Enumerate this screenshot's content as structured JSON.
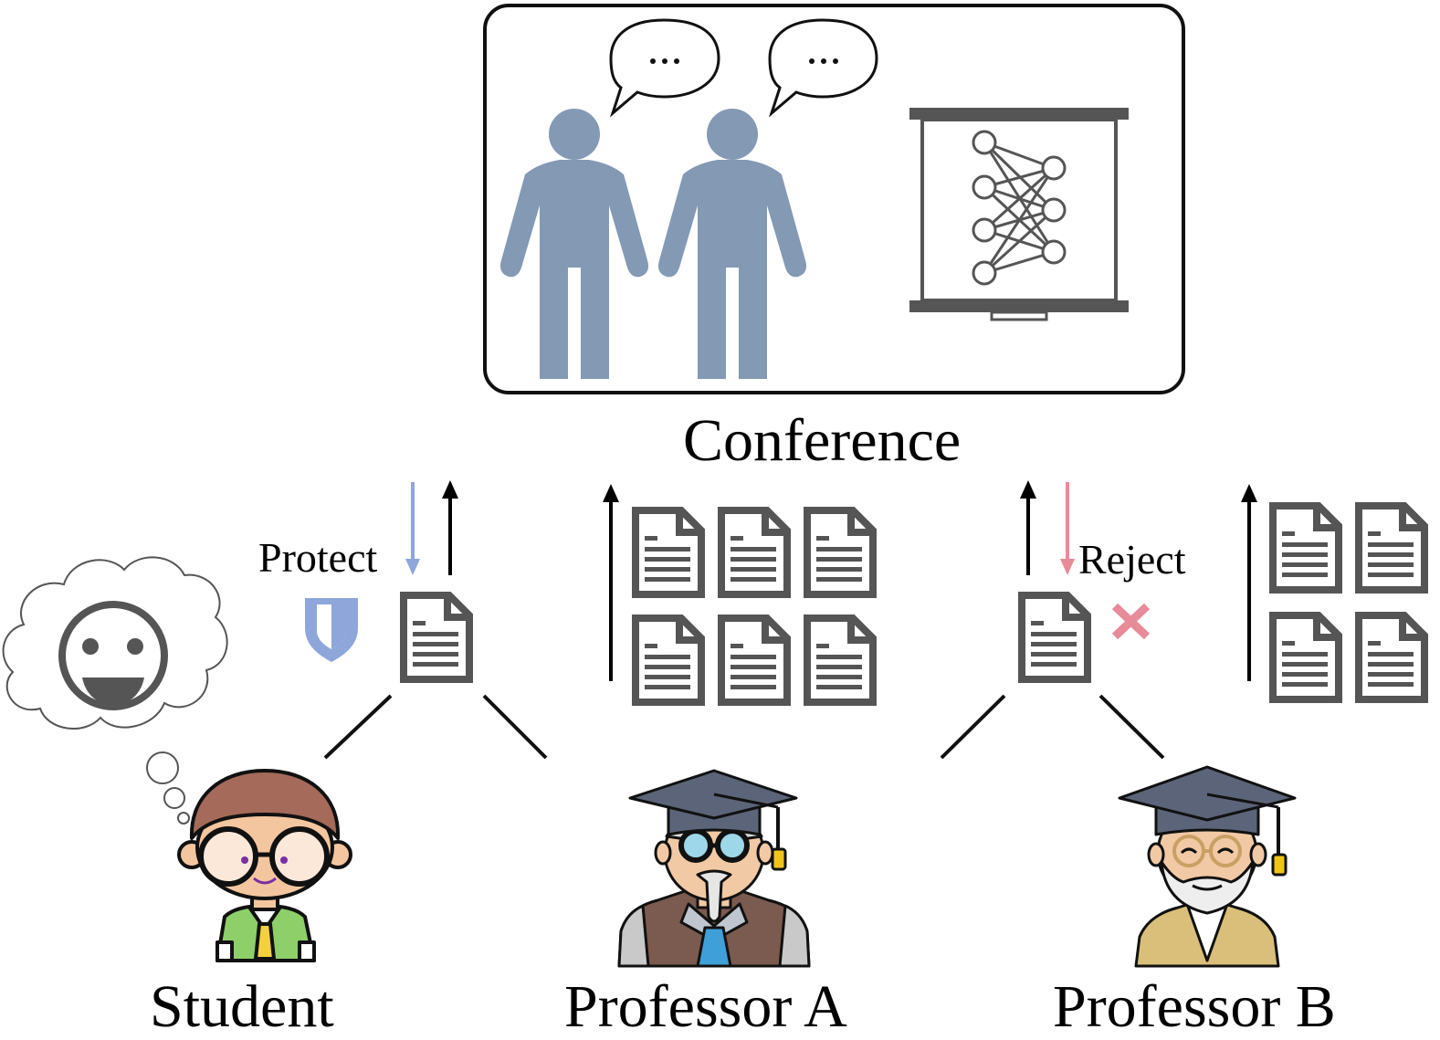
{
  "conference": {
    "label": "Conference"
  },
  "student": {
    "label": "Student"
  },
  "professor_a": {
    "label": "Professor A"
  },
  "professor_b": {
    "label": "Professor B"
  },
  "actions": {
    "protect": "Protect",
    "reject": "Reject"
  },
  "colors": {
    "person_silhouette": "#8399b4",
    "protect": "#8ea6d9",
    "reject": "#e88b98",
    "document": "#555555",
    "outline": "#111111"
  },
  "icons": {
    "speech": "speech-bubble-icon",
    "doc": "document-icon",
    "shield": "shield-icon",
    "cross": "cross-icon",
    "thought": "thought-cloud-icon",
    "smiley": "smiley-face-icon",
    "screen": "projector-screen-icon",
    "network": "neural-network-icon"
  },
  "documents": {
    "student_pair": 1,
    "professor_a_stack": 6,
    "professor_b_pair": 1,
    "professor_b_stack": 4
  }
}
